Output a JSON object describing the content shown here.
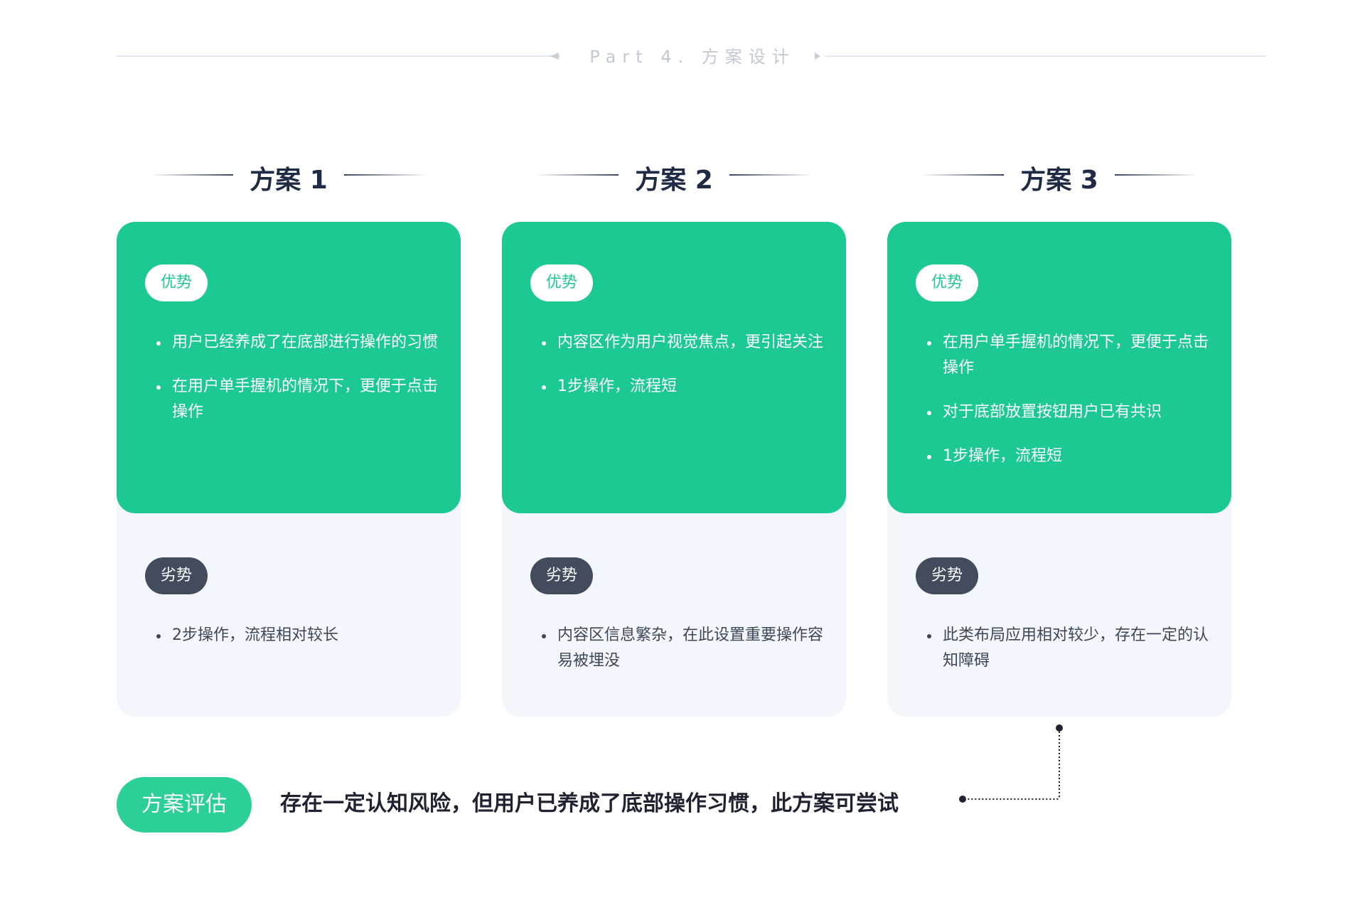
{
  "header": {
    "part_title": "Part 4. 方案设计"
  },
  "plans": [
    {
      "title": "方案 1",
      "advantages_label": "优势",
      "advantages": [
        "用户已经养成了在底部进行操作的习惯",
        "在用户单手握机的情况下，更便于点击操作"
      ],
      "disadvantages_label": "劣势",
      "disadvantages": [
        "2步操作，流程相对较长"
      ]
    },
    {
      "title": "方案 2",
      "advantages_label": "优势",
      "advantages": [
        "内容区作为用户视觉焦点，更引起关注",
        "1步操作，流程短"
      ],
      "disadvantages_label": "劣势",
      "disadvantages": [
        "内容区信息繁杂，在此设置重要操作容易被埋没"
      ]
    },
    {
      "title": "方案 3",
      "advantages_label": "优势",
      "advantages": [
        "在用户单手握机的情况下，更便于点击操作",
        "对于底部放置按钮用户已有共识",
        "1步操作，流程短"
      ],
      "disadvantages_label": "劣势",
      "disadvantages": [
        "此类布局应用相对较少，存在一定的认知障碍"
      ]
    }
  ],
  "evaluation": {
    "label": "方案评估",
    "text": "存在一定认知风险，但用户已养成了底部操作习惯，此方案可尝试"
  },
  "colors": {
    "accent_green": "#1dc993",
    "dark_pill": "#434c5c",
    "card_bottom": "#f3f7fc",
    "title_navy": "#1f2a44"
  }
}
